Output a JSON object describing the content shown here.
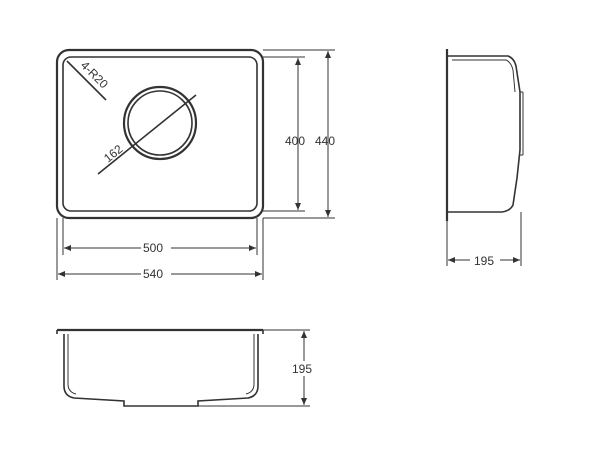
{
  "dimensions": {
    "inner_width": "500",
    "outer_width": "540",
    "inner_height": "400",
    "outer_height": "440",
    "depth_side": "195",
    "depth_front": "195",
    "drain_diameter": "162",
    "corner_radius": "4-R20"
  },
  "colors": {
    "line": "#333333",
    "background": "#ffffff"
  }
}
